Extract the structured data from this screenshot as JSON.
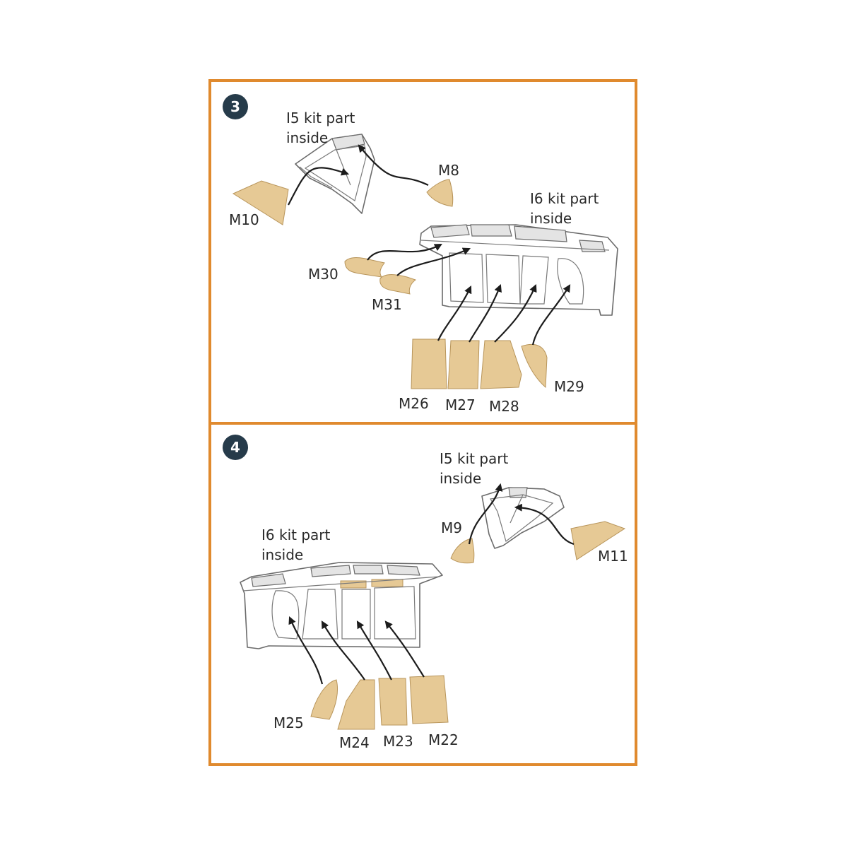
{
  "colors": {
    "frame": "#e08a2e",
    "mask": "#e6c995",
    "badge": "#263b4a",
    "arrow": "#1c1c1c"
  },
  "step3": {
    "number": "3",
    "i5_line1": "I5 kit part",
    "i5_line2": "inside",
    "i6_line1": "I6 kit part",
    "i6_line2": "inside",
    "masks": {
      "m8": "M8",
      "m10": "M10",
      "m30": "M30",
      "m31": "M31",
      "m26": "M26",
      "m27": "M27",
      "m28": "M28",
      "m29": "M29"
    }
  },
  "step4": {
    "number": "4",
    "i5_line1": "I5 kit part",
    "i5_line2": "inside",
    "i6_line1": "I6 kit part",
    "i6_line2": "inside",
    "masks": {
      "m9": "M9",
      "m11": "M11",
      "m25": "M25",
      "m24": "M24",
      "m23": "M23",
      "m22": "M22"
    }
  }
}
